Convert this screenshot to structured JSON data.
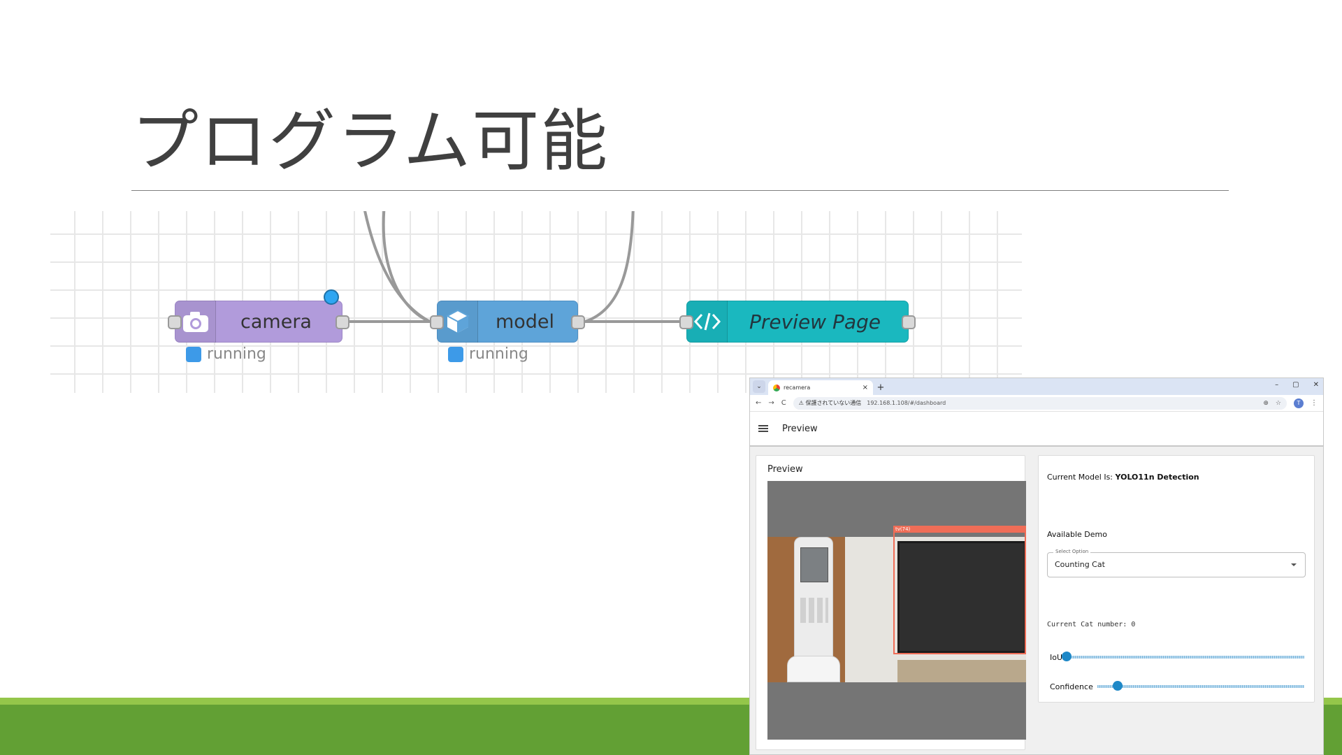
{
  "slide": {
    "title": "プログラム可能",
    "colors": {
      "footer_green": "#62a034",
      "footer_light_green": "#94c64a",
      "title_text": "#404040"
    }
  },
  "flow": {
    "nodes": [
      {
        "id": "camera",
        "label": "camera",
        "icon": "camera-icon",
        "color": "#b19bdb",
        "status": "running",
        "status_color": "#3d9ae8",
        "changed_indicator": true
      },
      {
        "id": "model",
        "label": "model",
        "icon": "cube-icon",
        "color": "#5ea4d9",
        "status": "running",
        "status_color": "#3d9ae8"
      },
      {
        "id": "preview",
        "label": "Preview Page",
        "icon": "code-icon",
        "color": "#1ab8bf"
      }
    ]
  },
  "browser": {
    "tab_title": "recamera",
    "tab_close": "×",
    "new_tab": "+",
    "security_warning": "⚠ 保護されていない通信",
    "url": "192.168.1.108/#/dashboard",
    "avatar_letter": "T",
    "window_controls": {
      "minimize": "–",
      "maximize": "▢",
      "close": "✕"
    },
    "nav": {
      "back": "←",
      "forward": "→",
      "reload": "C"
    },
    "page": {
      "appbar_title": "Preview",
      "preview_card_title": "Preview",
      "detection_label": "tv(74)",
      "current_model_prefix": "Current Model Is:",
      "current_model": "YOLO11n Detection",
      "available_demo_label": "Available Demo",
      "select_legend": "Select Option",
      "select_value": "Counting Cat",
      "cat_count_line": "Current Cat number: 0",
      "iou_label": "IoU",
      "iou_value": 0.0,
      "confidence_label": "Confidence",
      "confidence_value": 0.1,
      "accent_color": "#1e88c7"
    }
  }
}
